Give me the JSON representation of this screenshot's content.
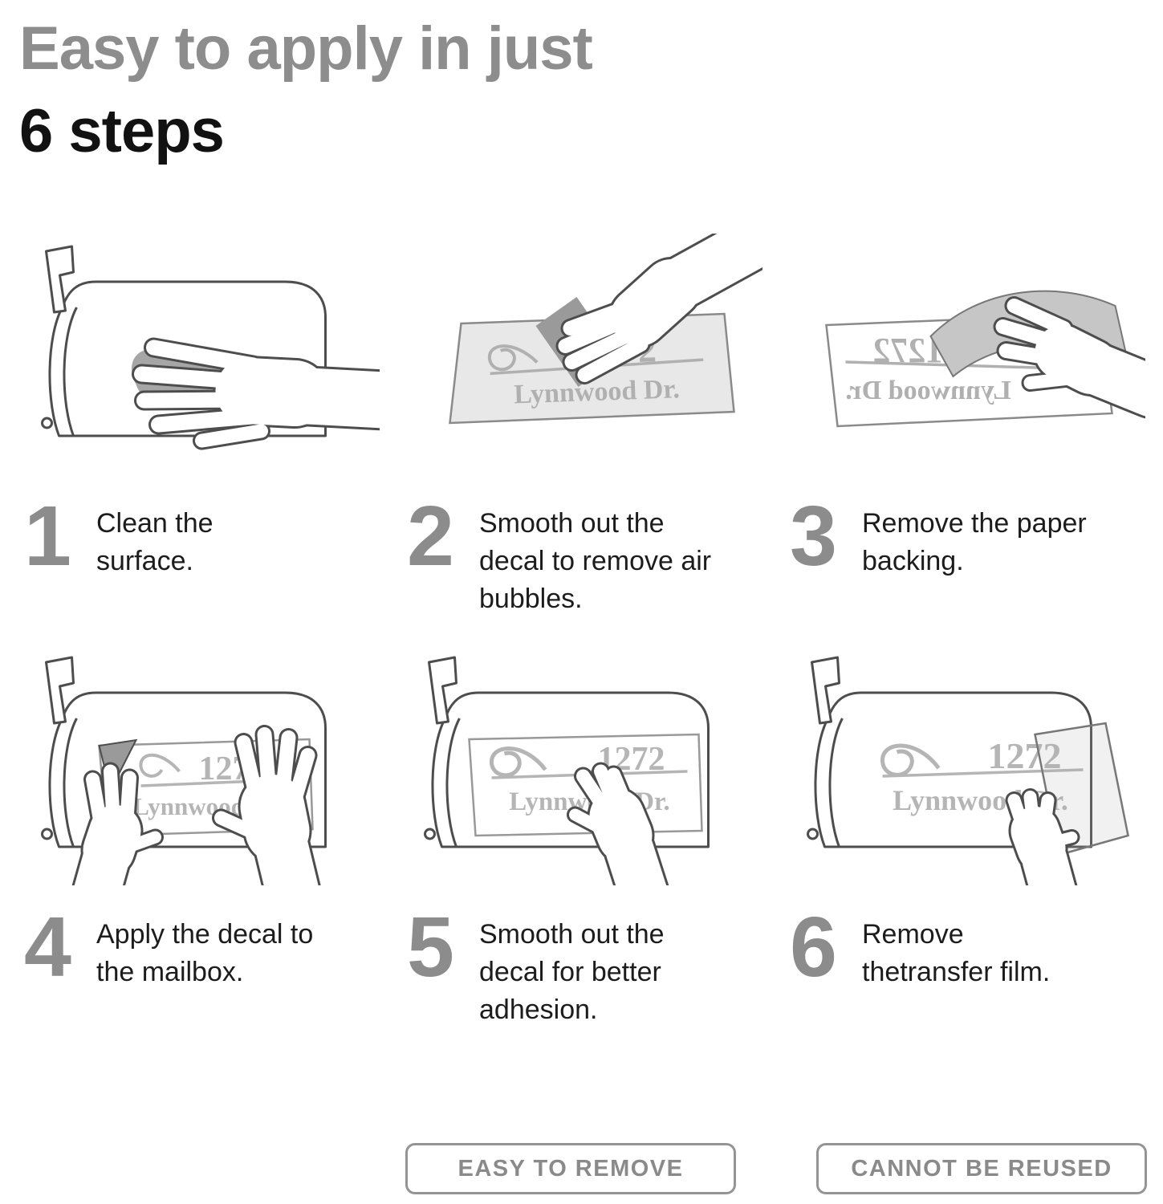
{
  "title": {
    "line1": "Easy to apply in just",
    "line2": "6 steps"
  },
  "steps": [
    {
      "number": "1",
      "text": "Clean the surface.",
      "illustration": "mailbox-wipe-illustration"
    },
    {
      "number": "2",
      "text": "Smooth out the decal to remove air bubbles.",
      "illustration": "decal-squeegee-illustration"
    },
    {
      "number": "3",
      "text": "Remove the paper backing.",
      "illustration": "peel-paper-backing-illustration"
    },
    {
      "number": "4",
      "text": "Apply the decal to the mailbox.",
      "illustration": "apply-decal-illustration"
    },
    {
      "number": "5",
      "text": "Smooth out the decal for better adhesion.",
      "illustration": "smooth-decal-illustration"
    },
    {
      "number": "6",
      "text": "Remove thetransfer film.",
      "illustration": "remove-transfer-film-illustration"
    }
  ],
  "decal": {
    "number": "1272",
    "street": "Lynnwood Dr."
  },
  "badges": [
    {
      "label": "EASY TO REMOVE"
    },
    {
      "label": "CANNOT BE REUSED"
    }
  ],
  "colors": {
    "title_gray": "#8d8d8d",
    "title_black": "#121212",
    "step_number_gray": "#8c8c8c",
    "line_art_stroke": "#4d4d4d",
    "decal_text_gray": "#b5b5b5",
    "sheet_gray": "#e8e8e8",
    "mid_gray_fill": "#9a9a9a",
    "badge_gray": "#8f8f8f"
  }
}
